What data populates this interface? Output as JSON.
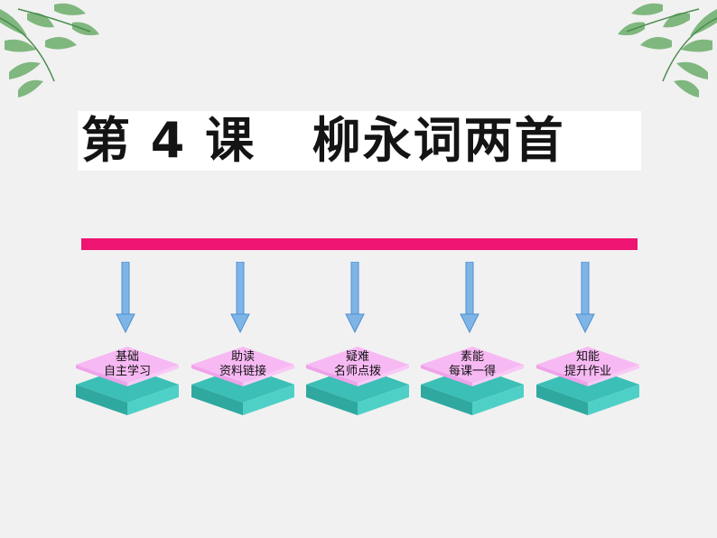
{
  "title": {
    "text": "第 4 课   柳永词两首"
  },
  "nodes": [
    {
      "line1": "基础",
      "line2": "自主学习"
    },
    {
      "line1": "助读",
      "line2": "资料链接"
    },
    {
      "line1": "疑难",
      "line2": "名师点拨"
    },
    {
      "line1": "素能",
      "line2": "每课一得"
    },
    {
      "line1": "知能",
      "line2": "提升作业"
    }
  ],
  "colors": {
    "background": "#f1f1f1",
    "title_bar": "#ffffff",
    "divider": "#ee1472",
    "arrow": "#7fb5e6",
    "plate_top": "#f7b9f3",
    "plate_side": "#4fc9c1",
    "leaf": "#6cae6a"
  },
  "icons": [
    "leaf-branch-left",
    "leaf-branch-right",
    "down-arrow-icon"
  ]
}
